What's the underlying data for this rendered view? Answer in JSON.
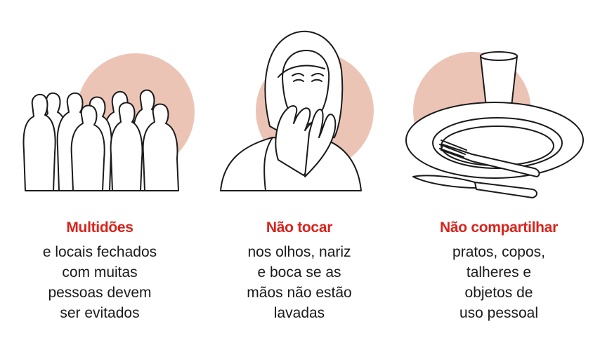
{
  "colors": {
    "accent": "#d7241c",
    "circle": "#ecc4b6",
    "ink": "#1a1a1a"
  },
  "items": [
    {
      "icon": "crowd-icon",
      "title": "Multidões",
      "lines": [
        "e locais fechados",
        "com muitas",
        "pessoas devem",
        "ser evitados"
      ]
    },
    {
      "icon": "face-touch-icon",
      "title": "Não tocar",
      "lines": [
        "nos olhos, nariz",
        "e boca se as",
        "mãos não estão",
        "lavadas"
      ]
    },
    {
      "icon": "tableware-icon",
      "title": "Não compartilhar",
      "lines": [
        "pratos, copos,",
        "talheres e",
        "objetos de",
        "uso pessoal"
      ]
    }
  ]
}
